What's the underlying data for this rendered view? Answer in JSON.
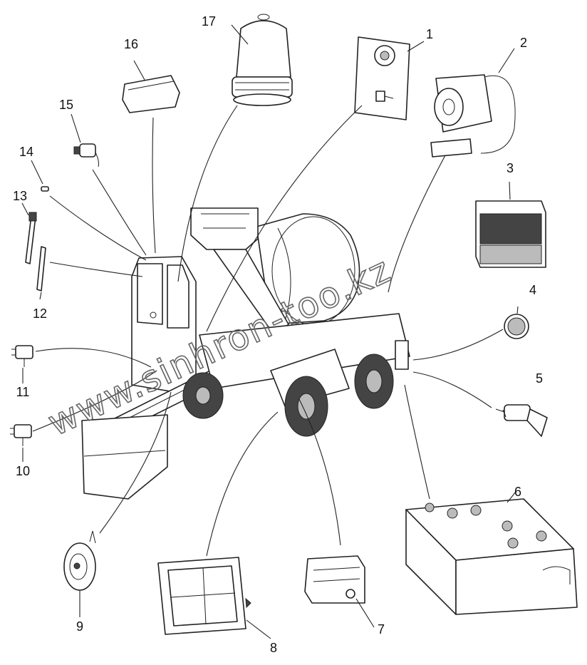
{
  "diagram": {
    "callouts": [
      "1",
      "2",
      "3",
      "4",
      "5",
      "6",
      "7",
      "8",
      "9",
      "10",
      "11",
      "12",
      "13",
      "14",
      "15",
      "16",
      "17"
    ],
    "watermark": "www.sinhron-too.kz"
  }
}
